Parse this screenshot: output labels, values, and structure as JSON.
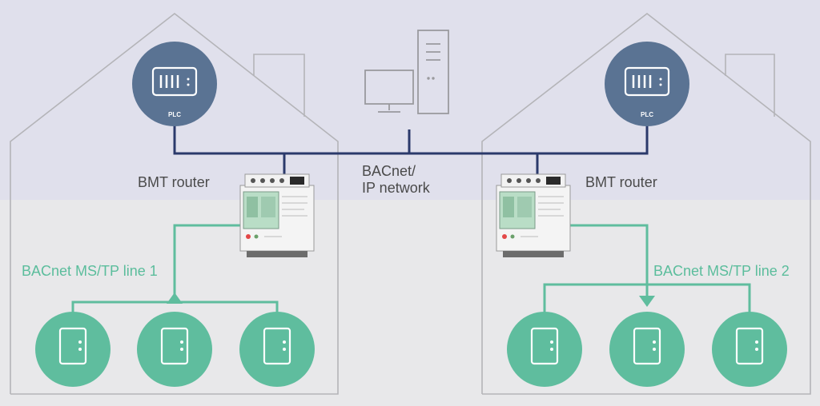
{
  "colors": {
    "top_band": "#e0e0ec",
    "bottom_band": "#e8e8ea",
    "outline": "#b4b4b8",
    "network_line": "#2b3a6b",
    "plc_fill": "#5a7393",
    "device_fill": "#5fbd9e",
    "label_dark": "#4a4a4a",
    "label_green": "#5bbd9c"
  },
  "plc_label": "PLC",
  "network": {
    "label_line1": "BACnet/",
    "label_line2": "IP network"
  },
  "router_label": "BMT router",
  "mstp_lines": {
    "left": "BACnet MS/TP line 1",
    "right": "BACnet MS/TP line 2"
  },
  "icons": {
    "plc": "plc-controller-icon",
    "workstation": "desktop-computer-icon",
    "router": "din-rail-router-icon",
    "field_device": "field-controller-icon"
  }
}
